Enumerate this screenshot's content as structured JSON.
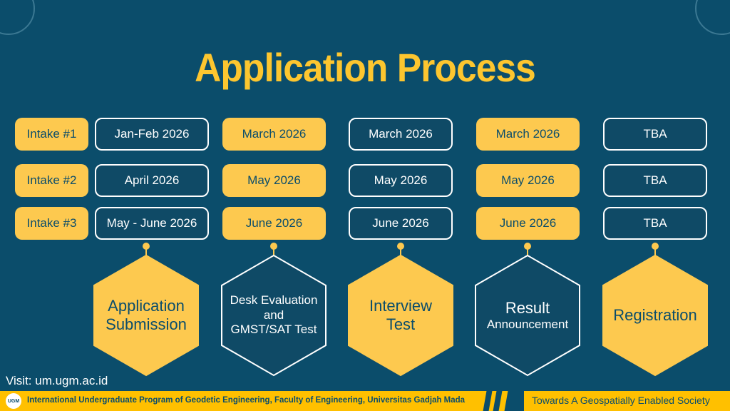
{
  "title": "Application Process",
  "intakes": [
    "Intake #1",
    "Intake #2",
    "Intake #3"
  ],
  "columns": [
    {
      "dates": [
        "Jan-Feb 2026",
        "April 2026",
        "May - June 2026"
      ],
      "step": [
        "Application",
        "Submission"
      ]
    },
    {
      "dates": [
        "March 2026",
        "May 2026",
        "June 2026"
      ],
      "step": [
        "Desk Evaluation",
        "and",
        "GMST/SAT Test"
      ]
    },
    {
      "dates": [
        "March 2026",
        "May 2026",
        "June 2026"
      ],
      "step": [
        "Interview",
        "Test"
      ]
    },
    {
      "dates": [
        "March 2026",
        "May 2026",
        "June 2026"
      ],
      "step": [
        "Result",
        "Announcement"
      ]
    },
    {
      "dates": [
        "TBA",
        "TBA",
        "TBA"
      ],
      "step": [
        "Registration"
      ]
    }
  ],
  "visit": "Visit: um.ugm.ac.id",
  "footer": {
    "logo": "UGM",
    "text": "International Undergraduate Program of Geodetic Engineering, Faculty of Engineering, Universitas Gadjah Mada",
    "tagline": "Towards A Geospatially Enabled Society"
  },
  "colors": {
    "background": "#0b4d6b",
    "accent": "#fdc94f",
    "footer": "#ffc000"
  }
}
